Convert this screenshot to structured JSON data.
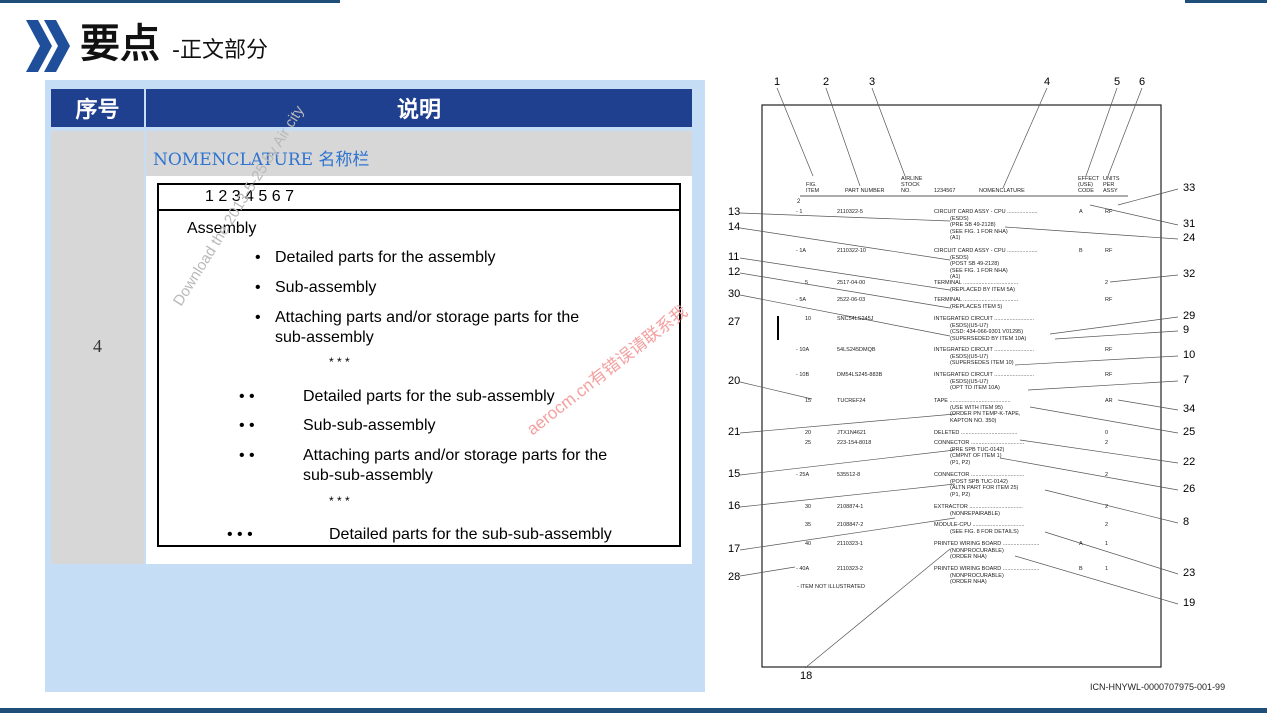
{
  "header": {
    "title_main": "要点",
    "title_sub": "-正文部分"
  },
  "table": {
    "col_seq": "序号",
    "col_desc": "说明",
    "row_num": "4",
    "nomenclature_label": "NOMENCLATURE 名称栏"
  },
  "outline": {
    "header_digits": "1 2 3 4   5   6   7",
    "assembly": "Assembly",
    "l1_dot": "•",
    "l2_dots": "• •",
    "l3_dots": "• • •",
    "stars": "* * *",
    "item_detailed_assembly": "Detailed parts for the assembly",
    "item_subassembly": "Sub-assembly",
    "item_attaching_1a": "Attaching parts and/or storage parts for the",
    "item_attaching_1b": "sub-assembly",
    "item_detailed_sub": "Detailed parts for the sub-assembly",
    "item_subsub": "Sub-sub-assembly",
    "item_attaching_2a": "Attaching parts and/or storage parts for the",
    "item_attaching_2b": "sub-sub-assembly",
    "item_detailed_subsub": "Detailed parts for the sub-sub-assembly"
  },
  "watermarks": {
    "gray": "Download the 2013-5-25 by Air city",
    "red": "aerocm.cn有错误请联系我"
  },
  "ipl": {
    "top_callouts": [
      "1",
      "2",
      "3",
      "4",
      "5",
      "6"
    ],
    "headers": {
      "fig_item": [
        "FIG.",
        "ITEM"
      ],
      "part_number": "PART NUMBER",
      "airline_stock": [
        "AIRLINE",
        "STOCK",
        "NO."
      ],
      "digits": "1234567",
      "nomenclature": "NOMENCLATURE",
      "effect": [
        "EFFECT",
        "(USE)",
        "CODE"
      ],
      "units": [
        "UNITS",
        "PER",
        "ASSY"
      ]
    },
    "fig_no": "2",
    "rows": [
      {
        "item": "- 1",
        "part": "2110322-5",
        "nom": [
          "CIRCUIT CARD ASSY - CPU ....................",
          "(ESDS)",
          "(PRE SB 49-2128)",
          "(SEE FIG. 1 FOR NHA)",
          "(A1)"
        ],
        "code": "A",
        "units": "RF"
      },
      {
        "item": "- 1A",
        "part": "2110322-10",
        "nom": [
          "CIRCUIT CARD ASSY - CPU ....................",
          "(ESDS)",
          "(POST SB 49-2128)",
          "(SEE FIG. 1 FOR NHA)",
          "(A1)"
        ],
        "code": "B",
        "units": "RF"
      },
      {
        "item": "5",
        "part": "2517-04-00",
        "nom": [
          "TERMINAL ....................................",
          "(REPLACED BY ITEM 5A)"
        ],
        "code": "",
        "units": "2"
      },
      {
        "item": "- 5A",
        "part": "2522-06-03",
        "nom": [
          "TERMINAL ....................................",
          "(REPLACES ITEM 5)"
        ],
        "code": "",
        "units": "RF"
      },
      {
        "item": "10",
        "part": "SNC54LS245J",
        "nom": [
          "INTEGRATED CIRCUIT ..........................",
          "(ESDS)(U5-U7)",
          "(CSD: 434-066-9301 V01295)",
          "(SUPERSEDED BY ITEM 10A)"
        ],
        "code": "",
        "units": ""
      },
      {
        "item": "- 10A",
        "part": "54LS245DMQB",
        "nom": [
          "INTEGRATED CIRCUIT ..........................",
          "(ESDS)(U5-U7)",
          "(SUPERSEDES ITEM 10)"
        ],
        "code": "",
        "units": "RF"
      },
      {
        "item": "- 10B",
        "part": "DM54LS245-883B",
        "nom": [
          "INTEGRATED CIRCUIT ..........................",
          "(ESDS)(U5-U7)",
          "(OPT TO ITEM 10A)"
        ],
        "code": "",
        "units": "RF"
      },
      {
        "item": "15",
        "part": "TUCREF24",
        "nom": [
          "TAPE ........................................",
          "(USE WITH ITEM 95)",
          "(ORDER PN TEMP-K-TAPE,",
          "KAPTON NO. 350)"
        ],
        "code": "",
        "units": "AR"
      },
      {
        "item": "20",
        "part": "JTX1N4621",
        "nom": [
          "DELETED ....................................."
        ],
        "code": "",
        "units": "0"
      },
      {
        "item": "25",
        "part": "223-154-8018",
        "nom": [
          "CONNECTOR ...................................",
          "(PRE SPB TUC-0142)",
          "(CMPNT OF ITEM 1)",
          "(P1, P2)"
        ],
        "code": "",
        "units": "2"
      },
      {
        "item": "- 25A",
        "part": "535512-8",
        "nom": [
          "CONNECTOR ...................................",
          "(POST SPB TUC-0142)",
          "(ALTN PART FOR ITEM 25)",
          "(P1, P2)"
        ],
        "code": "",
        "units": "2"
      },
      {
        "item": "30",
        "part": "2108874-1",
        "nom": [
          "EXTRACTOR ...................................",
          "(NONREPAIRABLE)"
        ],
        "code": "",
        "units": "2"
      },
      {
        "item": "35",
        "part": "2108847-2",
        "nom": [
          "MODULE-CPU ..................................",
          "(SEE FIG. 8 FOR DETAILS)"
        ],
        "code": "",
        "units": "2"
      },
      {
        "item": "40",
        "part": "2110323-1",
        "nom": [
          "PRINTED WIRING BOARD ........................",
          "(NONPROCURABLE)",
          "(ORDER NHA)"
        ],
        "code": "A",
        "units": "1"
      },
      {
        "item": "- 40A",
        "part": "2110323-2",
        "nom": [
          "PRINTED WIRING BOARD ........................",
          "(NONPROCURABLE)",
          "(ORDER NHA)"
        ],
        "code": "B",
        "units": "1"
      }
    ],
    "footnote": "- ITEM NOT ILLUSTRATED",
    "left_callouts": [
      "13",
      "14",
      "11",
      "12",
      "30",
      "27",
      "20",
      "21",
      "15",
      "16",
      "17",
      "28"
    ],
    "right_callouts": [
      "33",
      "31",
      "24",
      "32",
      "29",
      "9",
      "10",
      "7",
      "34",
      "25",
      "22",
      "26",
      "8",
      "23",
      "19"
    ],
    "bottom_callout": "18",
    "icn": "ICN-HNYWL-0000707975-001-99"
  }
}
